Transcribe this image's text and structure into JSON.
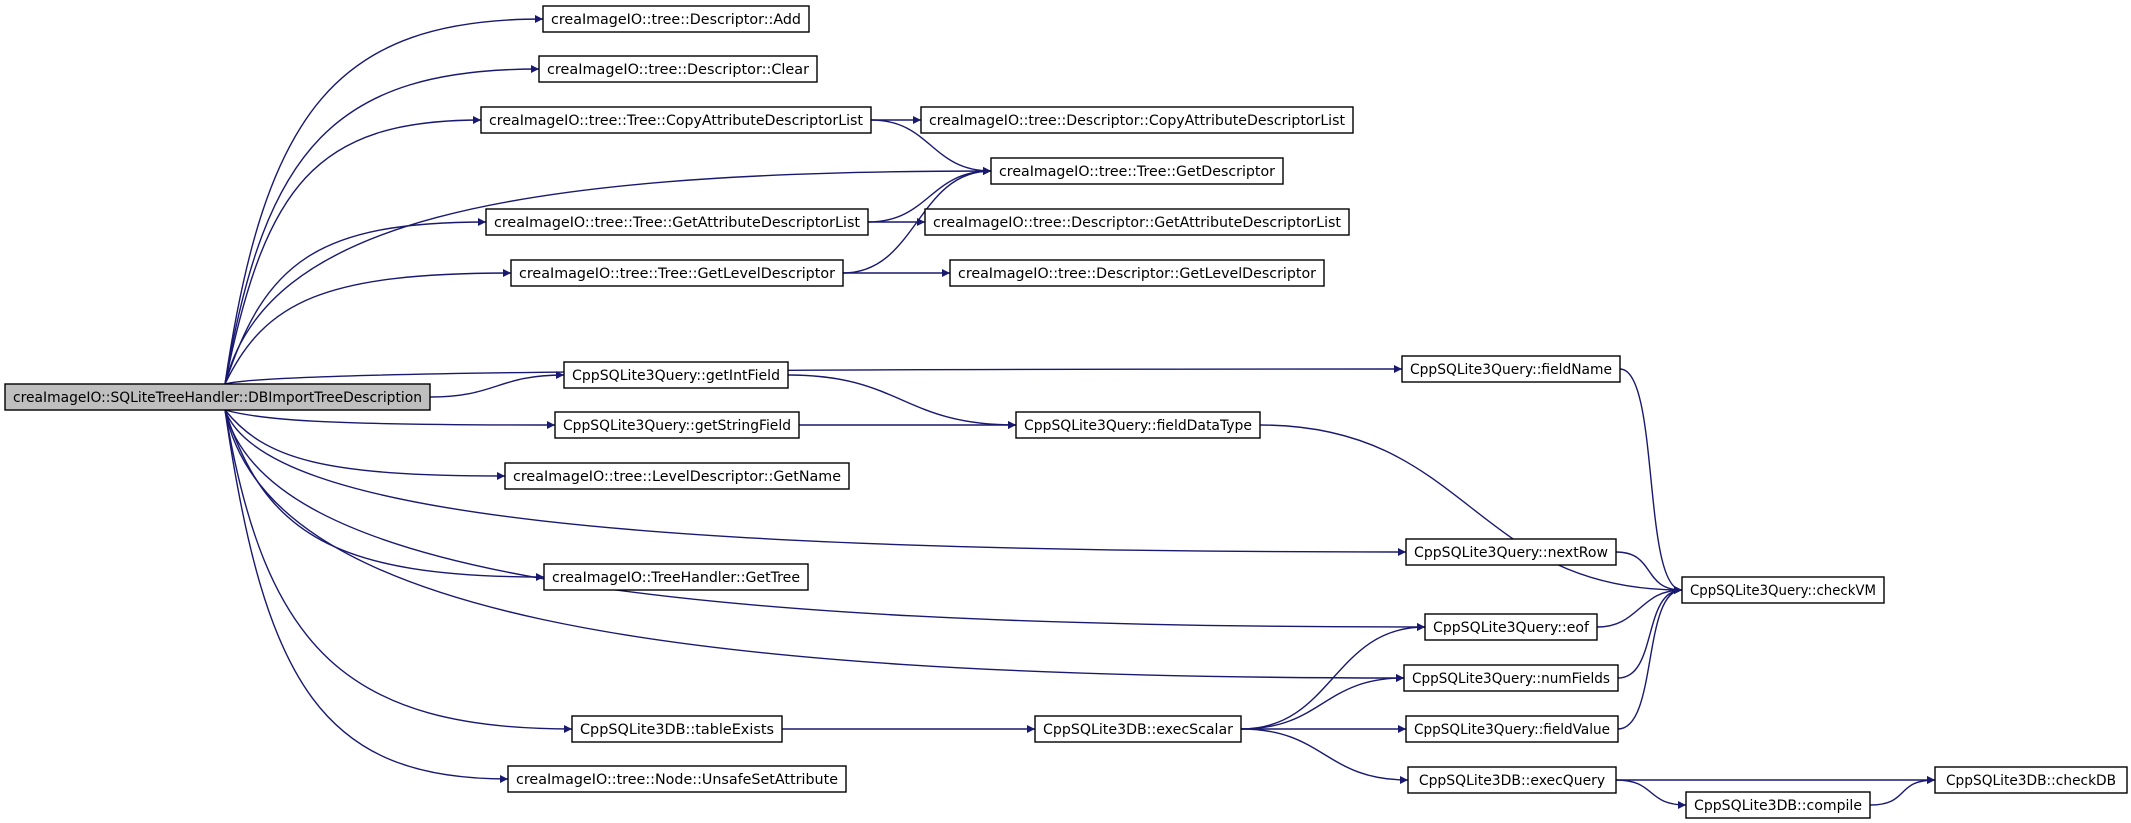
{
  "nodes": [
    {
      "id": "root",
      "label": "creaImageIO::SQLiteTreeHandler::DBImportTreeDescription",
      "highlight": true
    },
    {
      "id": "desc_add",
      "label": "creaImageIO::tree::Descriptor::Add"
    },
    {
      "id": "desc_clear",
      "label": "creaImageIO::tree::Descriptor::Clear"
    },
    {
      "id": "tree_copy",
      "label": "creaImageIO::tree::Tree::CopyAttributeDescriptorList"
    },
    {
      "id": "desc_copy",
      "label": "creaImageIO::tree::Descriptor::CopyAttributeDescriptorList"
    },
    {
      "id": "tree_getdesc",
      "label": "creaImageIO::tree::Tree::GetDescriptor"
    },
    {
      "id": "tree_getattr",
      "label": "creaImageIO::tree::Tree::GetAttributeDescriptorList"
    },
    {
      "id": "desc_getattr",
      "label": "creaImageIO::tree::Descriptor::GetAttributeDescriptorList"
    },
    {
      "id": "tree_getlevel",
      "label": "creaImageIO::tree::Tree::GetLevelDescriptor"
    },
    {
      "id": "desc_getlevel",
      "label": "creaImageIO::tree::Descriptor::GetLevelDescriptor"
    },
    {
      "id": "q_fieldname",
      "label": "CppSQLite3Query::fieldName"
    },
    {
      "id": "q_getint",
      "label": "CppSQLite3Query::getIntField"
    },
    {
      "id": "q_fielddatatype",
      "label": "CppSQLite3Query::fieldDataType"
    },
    {
      "id": "q_getstring",
      "label": "CppSQLite3Query::getStringField"
    },
    {
      "id": "level_getname",
      "label": "creaImageIO::tree::LevelDescriptor::GetName"
    },
    {
      "id": "q_nextrow",
      "label": "CppSQLite3Query::nextRow"
    },
    {
      "id": "q_checkvm",
      "label": "CppSQLite3Query::checkVM"
    },
    {
      "id": "th_gettree",
      "label": "creaImageIO::TreeHandler::GetTree"
    },
    {
      "id": "q_eof",
      "label": "CppSQLite3Query::eof"
    },
    {
      "id": "q_numfields",
      "label": "CppSQLite3Query::numFields"
    },
    {
      "id": "db_tableexists",
      "label": "CppSQLite3DB::tableExists"
    },
    {
      "id": "db_execscalar",
      "label": "CppSQLite3DB::execScalar"
    },
    {
      "id": "q_fieldvalue",
      "label": "CppSQLite3Query::fieldValue"
    },
    {
      "id": "node_unsafe",
      "label": "creaImageIO::tree::Node::UnsafeSetAttribute"
    },
    {
      "id": "db_execquery",
      "label": "CppSQLite3DB::execQuery"
    },
    {
      "id": "db_checkdb",
      "label": "CppSQLite3DB::checkDB"
    },
    {
      "id": "db_compile",
      "label": "CppSQLite3DB::compile"
    }
  ],
  "edges": [
    {
      "from": "root",
      "to": "desc_add"
    },
    {
      "from": "root",
      "to": "desc_clear"
    },
    {
      "from": "root",
      "to": "tree_copy"
    },
    {
      "from": "root",
      "to": "tree_getdesc"
    },
    {
      "from": "root",
      "to": "tree_getattr"
    },
    {
      "from": "root",
      "to": "tree_getlevel"
    },
    {
      "from": "root",
      "to": "q_fieldname"
    },
    {
      "from": "root",
      "to": "q_getint"
    },
    {
      "from": "root",
      "to": "q_getstring"
    },
    {
      "from": "root",
      "to": "level_getname"
    },
    {
      "from": "root",
      "to": "q_nextrow"
    },
    {
      "from": "root",
      "to": "th_gettree"
    },
    {
      "from": "root",
      "to": "q_eof"
    },
    {
      "from": "root",
      "to": "q_numfields"
    },
    {
      "from": "root",
      "to": "db_tableexists"
    },
    {
      "from": "root",
      "to": "node_unsafe"
    },
    {
      "from": "tree_copy",
      "to": "desc_copy"
    },
    {
      "from": "tree_copy",
      "to": "tree_getdesc"
    },
    {
      "from": "tree_getattr",
      "to": "tree_getdesc"
    },
    {
      "from": "tree_getattr",
      "to": "desc_getattr"
    },
    {
      "from": "tree_getlevel",
      "to": "tree_getdesc"
    },
    {
      "from": "tree_getlevel",
      "to": "desc_getlevel"
    },
    {
      "from": "q_fieldname",
      "to": "q_checkvm"
    },
    {
      "from": "q_getint",
      "to": "q_fielddatatype"
    },
    {
      "from": "q_getstring",
      "to": "q_fielddatatype"
    },
    {
      "from": "q_fielddatatype",
      "to": "q_checkvm"
    },
    {
      "from": "q_nextrow",
      "to": "q_checkvm"
    },
    {
      "from": "q_eof",
      "to": "q_checkvm"
    },
    {
      "from": "q_numfields",
      "to": "q_checkvm"
    },
    {
      "from": "q_fieldvalue",
      "to": "q_checkvm"
    },
    {
      "from": "db_tableexists",
      "to": "db_execscalar"
    },
    {
      "from": "db_execscalar",
      "to": "q_eof"
    },
    {
      "from": "db_execscalar",
      "to": "q_numfields"
    },
    {
      "from": "db_execscalar",
      "to": "q_fieldvalue"
    },
    {
      "from": "db_execscalar",
      "to": "db_execquery"
    },
    {
      "from": "db_execquery",
      "to": "db_checkdb"
    },
    {
      "from": "db_execquery",
      "to": "db_compile"
    },
    {
      "from": "db_compile",
      "to": "db_checkdb"
    }
  ],
  "colors": {
    "edge": "#191970",
    "node_border": "#000000",
    "root_fill": "#bfbfbf",
    "node_fill": "#ffffff"
  }
}
